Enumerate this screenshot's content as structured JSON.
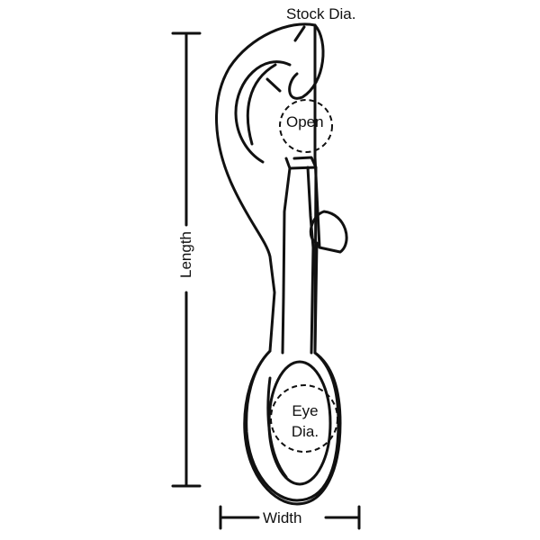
{
  "labels": {
    "stock_dia": "Stock Dia.",
    "open": "Open",
    "eye_line1": "Eye",
    "eye_line2": "Dia.",
    "length": "Length",
    "width": "Width"
  },
  "colors": {
    "stroke": "#111111",
    "background": "#ffffff"
  }
}
